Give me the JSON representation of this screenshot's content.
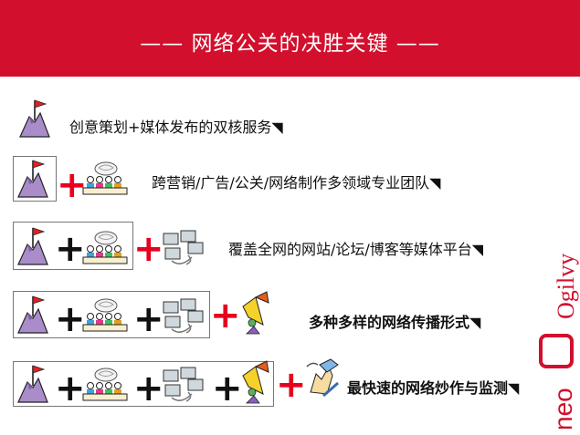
{
  "slide": {
    "title": "—— 网络公关的决胜关键 ——",
    "rows": [
      {
        "label": "创意策划+媒体发布的双核服务◥"
      },
      {
        "label": "跨营销/广告/公关/网络制作多领域专业团队◥"
      },
      {
        "label": "覆盖全网的网站/论坛/博客等媒体平台◥"
      },
      {
        "label": "多种多样的网络传播形式◥"
      },
      {
        "label": "最快速的网络炒作与监测◥"
      }
    ],
    "plus": "+",
    "brand": {
      "ogilvy": "Ogilvy",
      "neo": "neo"
    }
  },
  "colors": {
    "header": "#d20f2d",
    "plus_red": "#e8001f",
    "plus_black": "#111111"
  }
}
